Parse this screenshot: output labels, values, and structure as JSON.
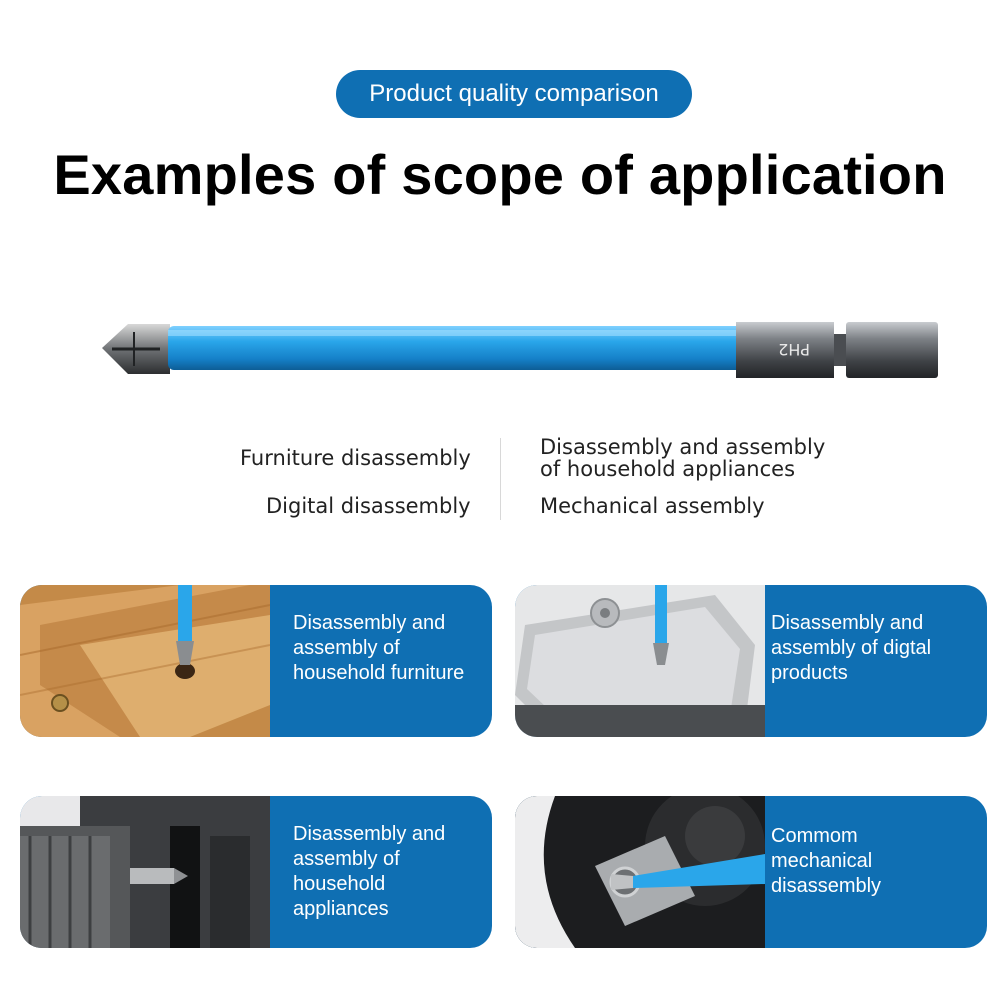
{
  "header": {
    "badge_label": "Product quality comparison",
    "title": "Examples of scope of application"
  },
  "product": {
    "bit_marking": "PH2",
    "shaft_color": "#1f9be0",
    "accent_color": "#0f6fb3"
  },
  "scope": {
    "left": [
      "Furniture disassembly",
      "Digital disassembly"
    ],
    "right": [
      "Disassembly and assembly\nof household appliances",
      "Mechanical assembly"
    ]
  },
  "cards": [
    {
      "text": "Disassembly and assembly of household furniture",
      "photo": "wood-screw-photo"
    },
    {
      "text": "Disassembly and assembly of digtal products",
      "photo": "hard-drive-photo"
    },
    {
      "text": "Disassembly and assembly of household appliances",
      "photo": "drill-appliance-photo"
    },
    {
      "text": "Commom mechanical disassembly",
      "photo": "mechanical-bracket-photo"
    }
  ]
}
